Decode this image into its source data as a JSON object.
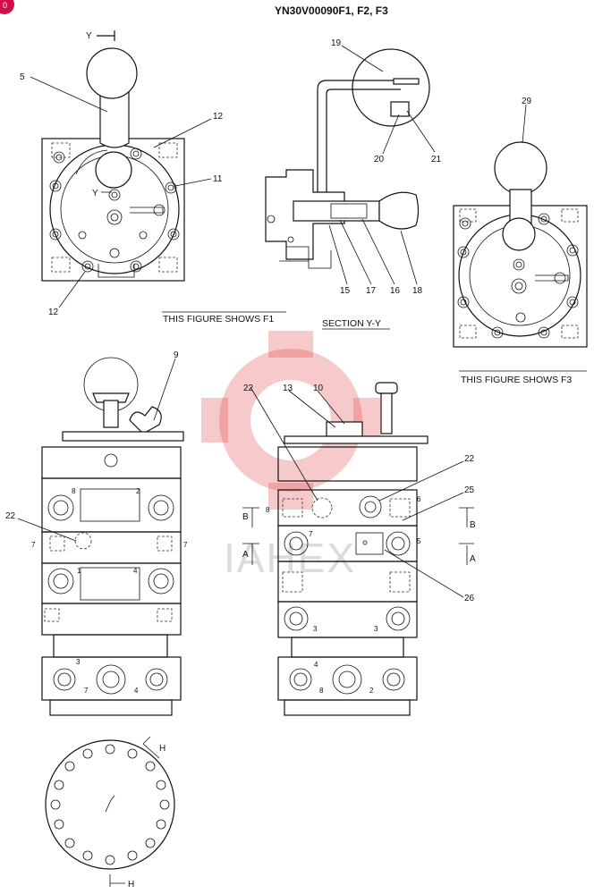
{
  "title": "YN30V00090F1, F2, F3",
  "badge": "0",
  "captions": {
    "f1": "THIS FIGURE SHOWS  F1",
    "f3": "THIS FIGURE SHOWS  F3",
    "section": "SECTION  Y-Y"
  },
  "watermark": "IAHEX",
  "callouts": {
    "c5": "5",
    "c12a": "12",
    "c11": "11",
    "c12b": "12",
    "cY1": "Y",
    "cY2": "Y",
    "c19": "19",
    "c20": "20",
    "c21": "21",
    "c15": "15",
    "c17": "17",
    "c16": "16",
    "c18": "18",
    "c29": "29",
    "c9": "9",
    "c22a": "22",
    "c22b": "22",
    "c13": "13",
    "c10": "10",
    "c22c": "22",
    "c25": "25",
    "c26": "26",
    "cBl": "B",
    "cAl": "A",
    "cBr": "B",
    "cAr": "A",
    "cH1": "H",
    "cH2": "H"
  },
  "ports_left": [
    "8",
    "2",
    "7",
    "7",
    "1",
    "4",
    "3",
    "7",
    "4"
  ],
  "ports_right": [
    "8",
    "6",
    "7",
    "5",
    "3",
    "3",
    "4",
    "8",
    "2"
  ]
}
